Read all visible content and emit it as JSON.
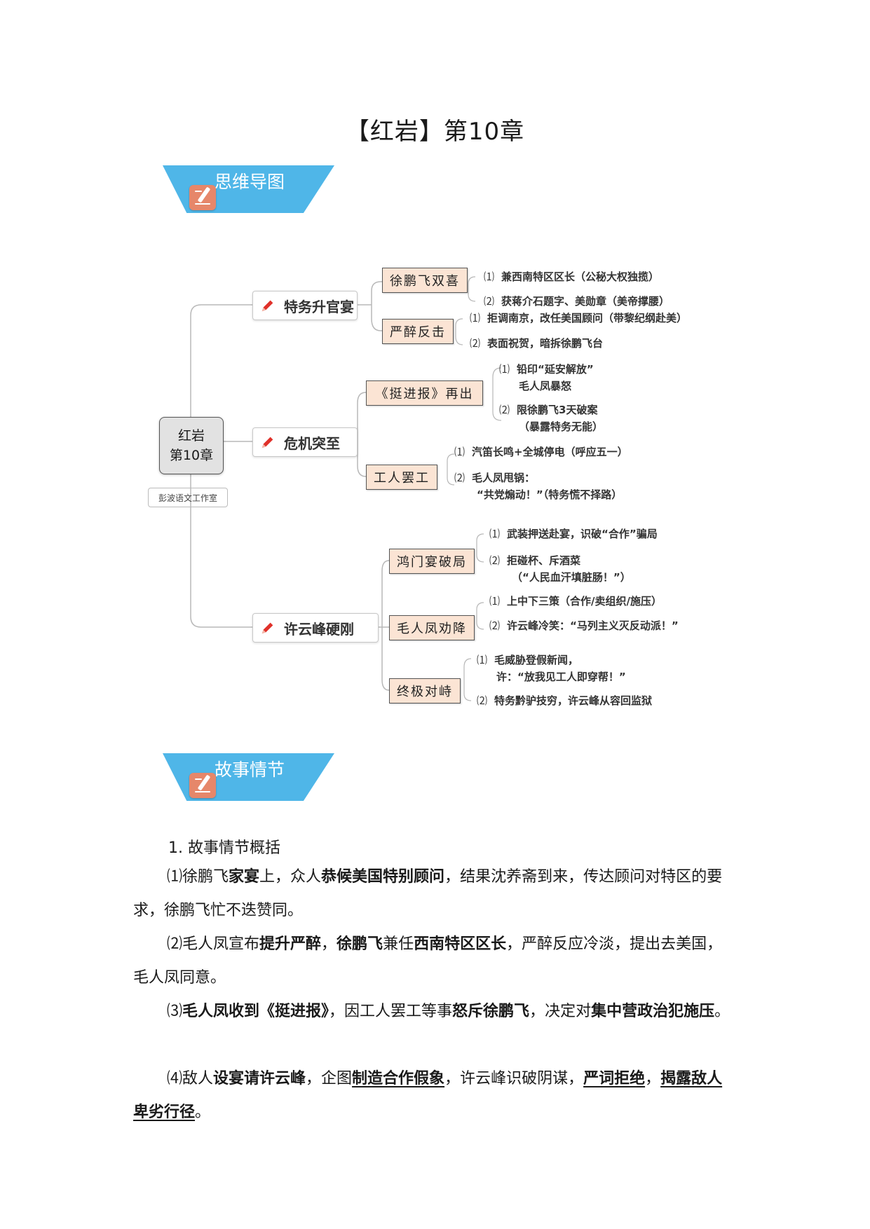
{
  "title": "【红岩】第10章",
  "banners": {
    "mindmap": "思维导图",
    "plot": "故事情节"
  },
  "mindmap": {
    "root": [
      "红岩",
      "第10章"
    ],
    "studio": "彭波语文工作室",
    "topics": [
      {
        "label": "特务升官宴",
        "subs": [
          {
            "label": "徐鹏飞双喜",
            "leaves": [
              {
                "num": "⑴",
                "lines": [
                  "兼西南特区区长（公秘大权独揽）"
                ]
              },
              {
                "num": "⑵",
                "lines": [
                  "获蒋介石题字、美勋章（美帝撑腰）"
                ]
              }
            ]
          },
          {
            "label": "严醉反击",
            "leaves": [
              {
                "num": "⑴",
                "lines": [
                  "拒调南京，改任美国顾问（带黎纪纲赴美）"
                ]
              },
              {
                "num": "⑵",
                "lines": [
                  "表面祝贺，暗拆徐鹏飞台"
                ]
              }
            ]
          }
        ]
      },
      {
        "label": "危机突至",
        "subs": [
          {
            "label": "《挺进报》再出",
            "leaves": [
              {
                "num": "⑴",
                "lines": [
                  "铅印“延安解放”",
                  "毛人凤暴怒"
                ]
              },
              {
                "num": "⑵",
                "lines": [
                  "限徐鹏飞3天破案",
                  "（暴露特务无能）"
                ]
              }
            ]
          },
          {
            "label": "工人罢工",
            "leaves": [
              {
                "num": "⑴",
                "lines": [
                  "汽笛长鸣+全城停电（呼应五一）"
                ]
              },
              {
                "num": "⑵",
                "lines": [
                  "毛人凤甩锅：",
                  "“共党煽动！”（特务慌不择路）"
                ]
              }
            ]
          }
        ]
      },
      {
        "label": "许云峰硬刚",
        "subs": [
          {
            "label": "鸿门宴破局",
            "leaves": [
              {
                "num": "⑴",
                "lines": [
                  "武装押送赴宴，识破“合作”骗局"
                ]
              },
              {
                "num": "⑵",
                "lines": [
                  "拒碰杯、斥酒菜",
                  "（“人民血汗填脏肠！”）"
                ]
              }
            ]
          },
          {
            "label": "毛人凤劝降",
            "leaves": [
              {
                "num": "⑴",
                "lines": [
                  "上中下三策（合作/卖组织/施压）"
                ]
              },
              {
                "num": "⑵",
                "lines": [
                  "许云峰冷笑：“马列主义灭反动派！”"
                ]
              }
            ]
          },
          {
            "label": "终极对峙",
            "leaves": [
              {
                "num": "⑴",
                "lines": [
                  "毛威胁登假新闻，",
                  "许：“放我见工人即穿帮！”"
                ]
              },
              {
                "num": "⑵",
                "lines": [
                  "特务黔驴技穷，许云峰从容回监狱"
                ]
              }
            ]
          }
        ]
      }
    ]
  },
  "plot": {
    "heading": "1. 故事情节概括",
    "paragraphs": [
      [
        {
          "t": "⑴徐鹏飞"
        },
        {
          "t": "家宴",
          "b": true
        },
        {
          "t": "上，众人"
        },
        {
          "t": "恭候美国特别顾问",
          "b": true
        },
        {
          "t": "，结果沈养斋到来，传达顾问对特区的要求，徐鹏飞忙不迭赞同。"
        }
      ],
      [
        {
          "t": "⑵毛人凤宣布"
        },
        {
          "t": "提升严醉",
          "b": true
        },
        {
          "t": "，"
        },
        {
          "t": "徐鹏飞",
          "b": true
        },
        {
          "t": "兼任"
        },
        {
          "t": "西南特区区长",
          "b": true
        },
        {
          "t": "，严醉反应冷淡，提出去美国，毛人凤同意。"
        }
      ],
      [
        {
          "t": "⑶"
        },
        {
          "t": "毛人凤收到《挺进报》",
          "b": true
        },
        {
          "t": "，因工人罢工等事"
        },
        {
          "t": "怒斥徐鹏飞",
          "b": true
        },
        {
          "t": "，决定对"
        },
        {
          "t": "集中营政治犯施压",
          "b": true
        },
        {
          "t": "。"
        }
      ],
      [
        {
          "t": "⑷敌人"
        },
        {
          "t": "设宴请许云峰",
          "b": true
        },
        {
          "t": "，企图"
        },
        {
          "t": "制造合作假象",
          "b": true,
          "u": true
        },
        {
          "t": "，许云峰识破阴谋，"
        },
        {
          "t": "严词拒绝",
          "b": true,
          "u": true
        },
        {
          "t": "，"
        },
        {
          "t": "揭露敌人卑劣行径",
          "b": true,
          "u": true
        },
        {
          "t": "。"
        }
      ]
    ]
  },
  "colors": {
    "banner": "#4fb6e8",
    "badge": "#e6876a",
    "subFill": "#fbe4d4",
    "pencil": "#e0312a"
  },
  "icons": {
    "banner": "notebook-pen-icon",
    "topic": "pencil-icon"
  }
}
